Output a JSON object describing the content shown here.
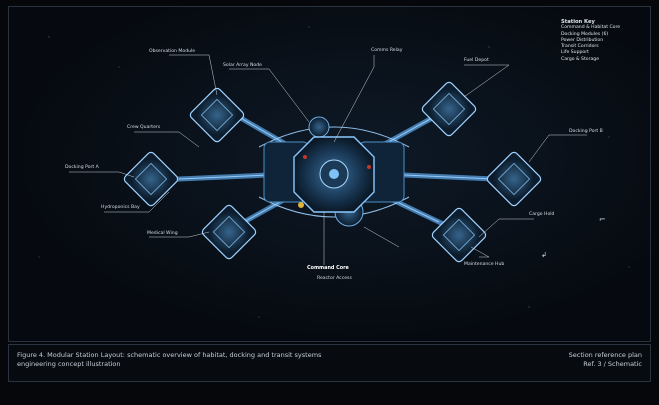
{
  "legend": {
    "title": "Station Key",
    "lines": [
      "Command & Habitat Core",
      "Docking Modules (6)",
      "Power Distribution",
      "Transit Corridors",
      "Life Support",
      "Cargo & Storage"
    ]
  },
  "callouts": {
    "top_left": "Observation Module",
    "top_mid": "Solar Array Node",
    "top_right": "Comms Relay",
    "upper_right": "Fuel Depot",
    "left_upper": "Crew Quarters",
    "left_mid": "Docking Port A",
    "left_lower": "Hydroponics Bay",
    "lower_left": "Medical Wing",
    "center": "Command Core",
    "bottom_mid": "Reactor Access",
    "right_mid": "Docking Port B",
    "right_lower": "Cargo Hold",
    "lower_right": "Maintenance Hub"
  },
  "footer": {
    "left_line1": "Figure 4. Modular Station Layout: schematic overview of habitat, docking and transit systems",
    "left_line2": "engineering concept illustration",
    "right_line1": "Section reference plan",
    "right_line2": "Ref. 3 / Schematic"
  }
}
